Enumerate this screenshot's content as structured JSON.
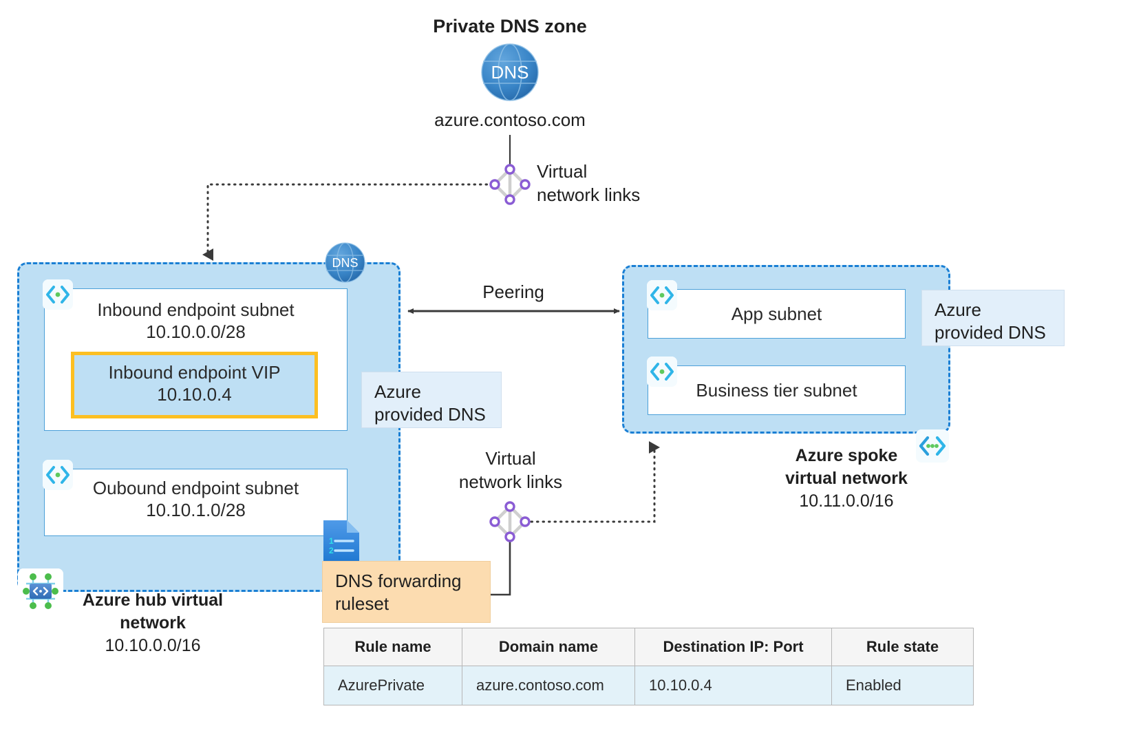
{
  "diagram": {
    "title": "Private DNS zone",
    "private_dns_zone": {
      "heading": "Private DNS zone",
      "dns_icon_label": "DNS",
      "zone_name": "azure.contoso.com"
    },
    "links_top": {
      "label_line1": "Virtual",
      "label_line2": "network links"
    },
    "links_bottom": {
      "label_line1": "Virtual",
      "label_line2": "network links"
    },
    "peering_label": "Peering",
    "hub": {
      "dns_badge": "DNS",
      "name_line1": "Azure hub virtual",
      "name_line2": "network",
      "address_space": "10.10.0.0/16",
      "subnets": [
        {
          "name": "Inbound endpoint subnet",
          "cidr": "10.10.0.0/28",
          "vip_name": "Inbound endpoint VIP",
          "vip_ip": "10.10.0.4"
        },
        {
          "name": "Oubound endpoint subnet",
          "cidr": "10.10.1.0/28"
        }
      ],
      "callout_line1": "Azure",
      "callout_line2": "provided DNS"
    },
    "spoke": {
      "name_line1": "Azure spoke",
      "name_line2": "virtual network",
      "address_space": "10.11.0.0/16",
      "subnets": [
        {
          "name": "App subnet"
        },
        {
          "name": "Business tier subnet"
        }
      ],
      "callout_line1": "Azure",
      "callout_line2": "provided DNS"
    },
    "ruleset": {
      "callout_line1": "DNS forwarding",
      "callout_line2": "ruleset",
      "doc_icon_num1": "1",
      "doc_icon_num2": "2"
    },
    "rules_table": {
      "headers": [
        "Rule name",
        "Domain name",
        "Destination IP: Port",
        "Rule state"
      ],
      "rows": [
        [
          "AzurePrivate",
          "azure.contoso.com",
          "10.10.0.4",
          "Enabled"
        ]
      ]
    },
    "colors": {
      "vnet_fill": "#bedff4",
      "vnet_border": "#1a7fd4",
      "subnet_border": "#4a9fd8",
      "vip_border": "#fcbf22",
      "callout_blue": "#e2effa",
      "callout_orange": "#fcdcb0",
      "link_node": "#8a5cd4",
      "dns_globe": "#2f7fc4",
      "table_row": "#e3f2f9",
      "arrow": "#3a3a3a"
    },
    "icon_names": [
      "dns-globe-icon",
      "virtual-network-link-icon",
      "subnet-icon",
      "virtual-network-icon",
      "dns-ruleset-document-icon"
    ]
  }
}
